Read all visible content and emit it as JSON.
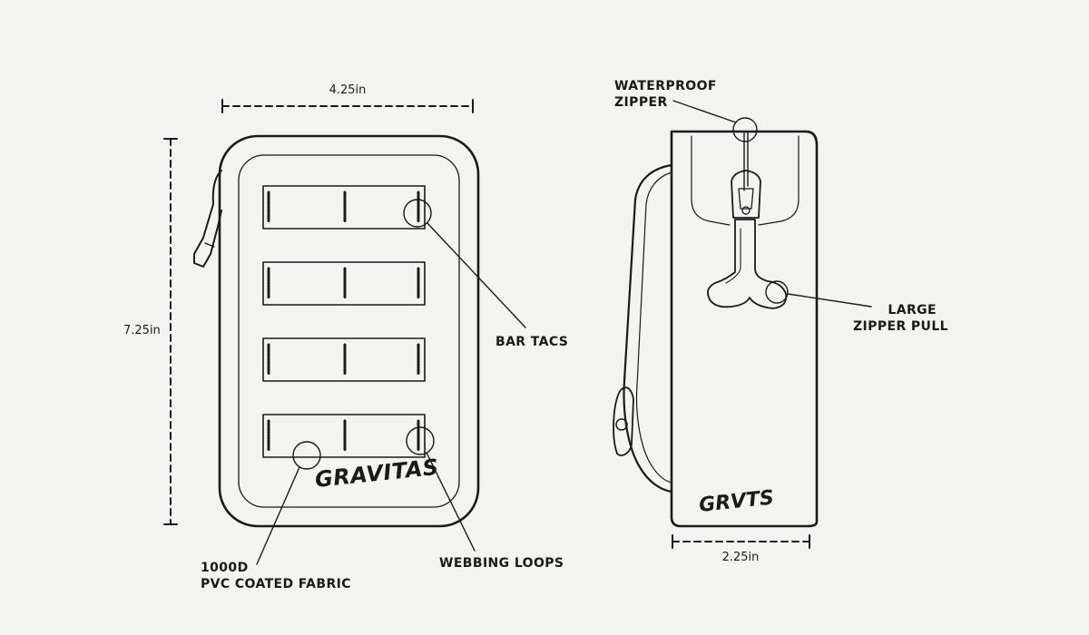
{
  "dimensions": {
    "width": "4.25in",
    "height": "7.25in",
    "depth": "2.25in"
  },
  "callouts": {
    "waterproof_zipper": [
      "WATERPROOF",
      "ZIPPER"
    ],
    "large_zipper_pull": [
      "LARGE",
      "ZIPPER PULL"
    ],
    "bar_tacs": "BAR TACS",
    "webbing_loops": "WEBBING LOOPS",
    "fabric": [
      "1000D",
      "PVC COATED FABRIC"
    ]
  },
  "branding": {
    "front_logo": "GRAVITAS",
    "side_logo": "GRVTS"
  },
  "colors": {
    "background": "#f3f3f1",
    "line": "#1a1a1a"
  }
}
